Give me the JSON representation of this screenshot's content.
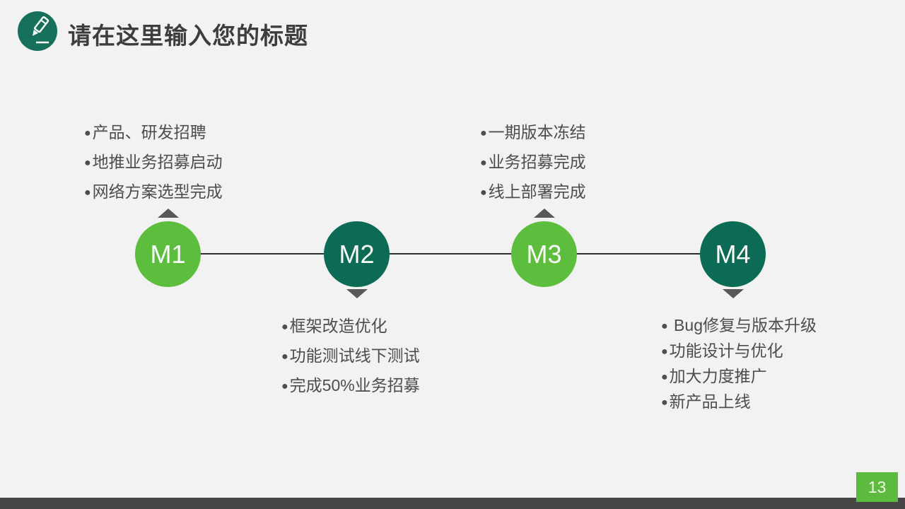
{
  "slide": {
    "title": "请在这里输入您的标题",
    "page_number": "13",
    "bullet_char": "●"
  },
  "timeline": {
    "milestones": [
      {
        "label": "M1",
        "side": "top",
        "items": [
          "产品、研发招聘",
          "地推业务招募启动",
          "网络方案选型完成"
        ]
      },
      {
        "label": "M2",
        "side": "bottom",
        "items": [
          "框架改造优化",
          "功能测试线下测试",
          "完成50%业务招募"
        ]
      },
      {
        "label": "M3",
        "side": "top",
        "items": [
          "一期版本冻结",
          "业务招募完成",
          "线上部署完成"
        ]
      },
      {
        "label": "M4",
        "side": "bottom",
        "items": [
          " Bug修复与版本升级",
          "功能设计与优化",
          "加大力度推广",
          "新产品上线"
        ]
      }
    ]
  },
  "colors": {
    "light_green": "#5dbe3e",
    "dark_green": "#0b6b54",
    "icon_circle_green": "#17705a",
    "footer_bar_gray": "#464646",
    "page_badge_green": "#5cbb3e",
    "title_text": "#3d3d3d",
    "body_text": "#4d4d4d"
  }
}
